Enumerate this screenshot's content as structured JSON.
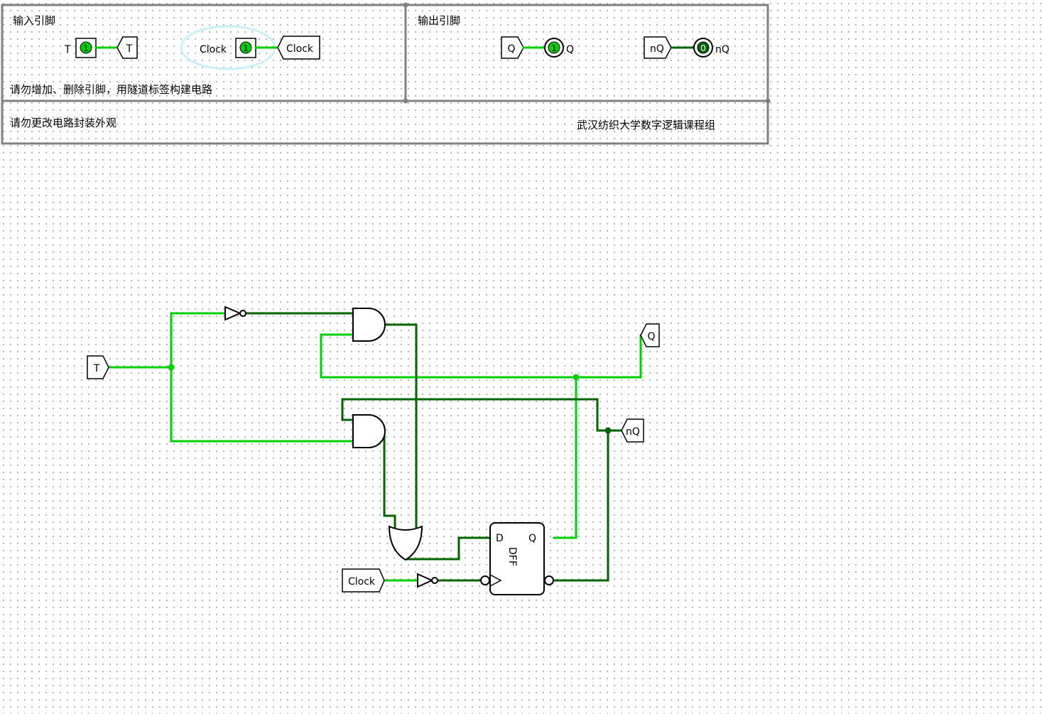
{
  "header": {
    "input_pins_title": "输入引脚",
    "output_pins_title": "输出引脚",
    "instruction_pins": "请勿增加、删除引脚，用隧道标签构建电路",
    "instruction_appearance": "请勿更改电路封装外观",
    "organization": "武汉纺织大学数字逻辑课程组"
  },
  "header_inputs": {
    "t_pin_label": "T",
    "t_pin_value": "1",
    "t_tunnel": "T",
    "clock_pin_label": "Clock",
    "clock_pin_value": "1",
    "clock_tunnel": "Clock"
  },
  "header_outputs": {
    "q_tunnel": "Q",
    "q_value": "1",
    "q_label": "Q",
    "nq_tunnel": "nQ",
    "nq_value": "0",
    "nq_label": "nQ"
  },
  "circuit": {
    "t_tunnel": "T",
    "clock_tunnel": "Clock",
    "q_tunnel": "Q",
    "nq_tunnel": "nQ",
    "dff_title": "DFF",
    "dff_d": "D",
    "dff_q": "Q"
  },
  "colors": {
    "wire_high": "#00d000",
    "wire_low": "#006400",
    "frame": "#808080",
    "selection": "#c8eef8"
  }
}
